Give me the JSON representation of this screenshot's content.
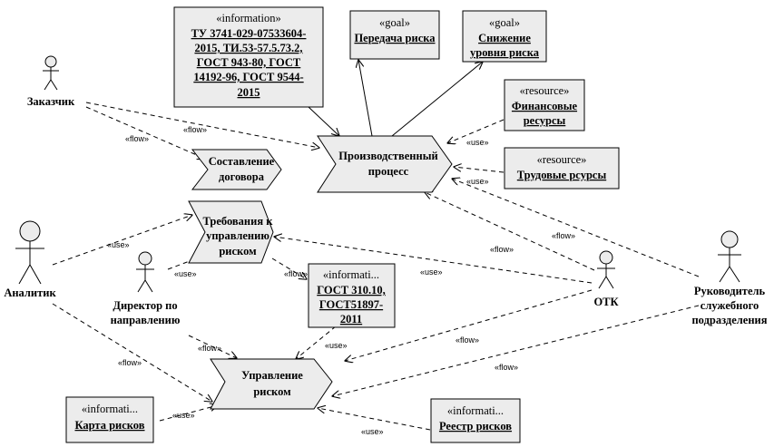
{
  "information_tu": {
    "stereotype": "«information»",
    "lines": [
      "ТУ 3741-029-07533604-",
      "2015, ТИ.53-57.5.73.2,",
      "ГОСТ 943-80, ГОСТ",
      "14192-96, ГОСТ 9544-",
      "2015"
    ]
  },
  "goal_transfer": {
    "stereotype": "«goal»",
    "lines": [
      "Передача риска"
    ]
  },
  "goal_reduce": {
    "stereotype": "«goal»",
    "lines": [
      "Снижение",
      "уровня риска"
    ]
  },
  "resource_finance": {
    "stereotype": "«resource»",
    "lines": [
      "Финансовые",
      "ресурсы"
    ]
  },
  "resource_labor": {
    "stereotype": "«resource»",
    "lines": [
      "Трудовые рсурсы"
    ]
  },
  "info_gost": {
    "stereotype": "«informati...",
    "lines": [
      "ГОСТ 310.10,",
      "ГОСТ51897-",
      "2011"
    ]
  },
  "info_map": {
    "stereotype": "«informati...",
    "lines": [
      "Карта рисков"
    ]
  },
  "info_registry": {
    "stereotype": "«informati...",
    "lines": [
      "Реестр рисков"
    ]
  },
  "processes": {
    "production": [
      "Производственный",
      "процесс"
    ],
    "contract": [
      "Составление",
      "договора"
    ],
    "requirements": [
      "Требования к",
      "управлению",
      "риском"
    ],
    "management": [
      "Управление",
      "риском"
    ]
  },
  "actors": {
    "customer": [
      "Заказчик"
    ],
    "analyst": [
      "Аналитик"
    ],
    "director": [
      "Директор по",
      "направлению"
    ],
    "otk": [
      "ОТК"
    ],
    "head": [
      "Руководитель",
      "служебного",
      "подразделения"
    ]
  },
  "edge_labels": {
    "flow": "«flow»",
    "use": "«use»"
  }
}
